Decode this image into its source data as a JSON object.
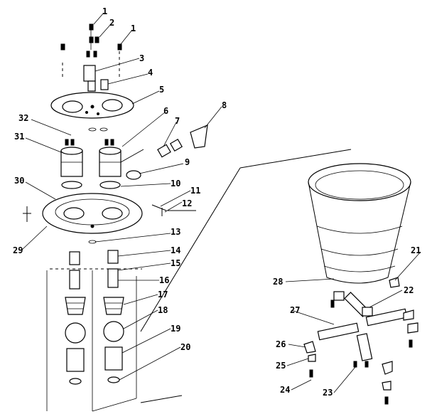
{
  "callouts": [
    {
      "id": "c1a",
      "text": "1"
    },
    {
      "id": "c2",
      "text": "2"
    },
    {
      "id": "c1b",
      "text": "1"
    },
    {
      "id": "c3",
      "text": "3"
    },
    {
      "id": "c4",
      "text": "4"
    },
    {
      "id": "c5",
      "text": "5"
    },
    {
      "id": "c6",
      "text": "6"
    },
    {
      "id": "c7",
      "text": "7"
    },
    {
      "id": "c8",
      "text": "8"
    },
    {
      "id": "c9",
      "text": "9"
    },
    {
      "id": "c10",
      "text": "10"
    },
    {
      "id": "c11",
      "text": "11"
    },
    {
      "id": "c12",
      "text": "12"
    },
    {
      "id": "c13",
      "text": "13"
    },
    {
      "id": "c14",
      "text": "14"
    },
    {
      "id": "c15",
      "text": "15"
    },
    {
      "id": "c16",
      "text": "16"
    },
    {
      "id": "c17",
      "text": "17"
    },
    {
      "id": "c18",
      "text": "18"
    },
    {
      "id": "c19",
      "text": "19"
    },
    {
      "id": "c20",
      "text": "20"
    },
    {
      "id": "c21",
      "text": "21"
    },
    {
      "id": "c22",
      "text": "22"
    },
    {
      "id": "c23",
      "text": "23"
    },
    {
      "id": "c24",
      "text": "24"
    },
    {
      "id": "c25",
      "text": "25"
    },
    {
      "id": "c26",
      "text": "26"
    },
    {
      "id": "c27",
      "text": "27"
    },
    {
      "id": "c28",
      "text": "28"
    },
    {
      "id": "c29",
      "text": "29"
    },
    {
      "id": "c30",
      "text": "30"
    },
    {
      "id": "c31",
      "text": "31"
    },
    {
      "id": "c32",
      "text": "32"
    }
  ]
}
